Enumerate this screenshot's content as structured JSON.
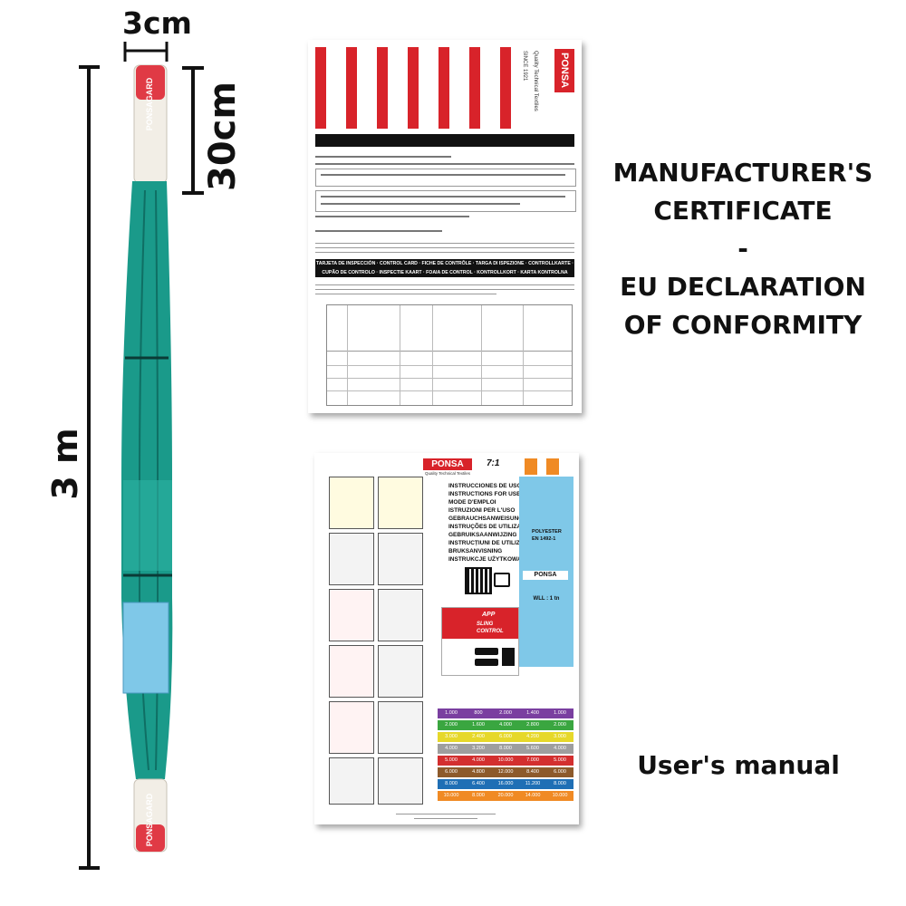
{
  "dimensions": {
    "width_label": "3cm",
    "loop_label": "30cm",
    "length_label": "3 m"
  },
  "sling": {
    "brand_label": "PONSAGARD",
    "colors": {
      "body": "#1a9a8a",
      "body_dark": "#0f6f64",
      "sleeve": "#f2eee6",
      "accent": "#e03a45",
      "label": "#7fc8e8"
    }
  },
  "captions": {
    "certificate_line1": "MANUFACTURER'S",
    "certificate_line2": "CERTIFICATE",
    "dash": "-",
    "declaration_line1": "EU DECLARATION",
    "declaration_line2": "OF CONFORMITY",
    "manual": "User's manual"
  },
  "certificate_doc": {
    "logo": "PONSA",
    "tagline": "Quality Technical Textiles",
    "since": "SINCE 1921",
    "control_card_line1": "TARJETA DE INSPECCIÓN · CONTROL CARD · FICHE DE CONTRÔLE · TARGA DI ISPEZIONE · CONTROLLKARTE ·",
    "control_card_line2": "CUPÃO DE CONTROLO · INSPECTIE KAART · FOAIA DE CONTROL · KONTROLLKORT · KARTA KONTROLNA"
  },
  "manual_doc": {
    "logo": "PONSA",
    "tagline": "Quality Technical Textiles",
    "ratio": "7:1",
    "languages": [
      "INSTRUCCIONES DE USO",
      "INSTRUCTIONS FOR USE",
      "MODE D'EMPLOI",
      "ISTRUZIONI PER L'USO",
      "GEBRAUCHSANWEISUNG",
      "INSTRUÇÕES DE UTILIZAÇÃO",
      "GEBRUIKSAANWIJZING",
      "INSTRUCȚIUNI DE UTILIZARE",
      "BRUKSANVISNING",
      "INSTRUKCJE UŻYTKOWANIA"
    ],
    "app_title": "APP",
    "app_subtitle": "SLING CONTROL",
    "label_logo": "PONSA",
    "label_wll": "WLL : 1 tn",
    "label_material": "POLYESTER",
    "label_standard": "EN 1492-1",
    "wll_rows": [
      {
        "color": "#7a3fa0",
        "values": [
          "1.000",
          "800",
          "2.000",
          "1.400",
          "1.000"
        ]
      },
      {
        "color": "#3aa640",
        "values": [
          "2.000",
          "1.600",
          "4.000",
          "2.800",
          "2.000"
        ]
      },
      {
        "color": "#e6d82a",
        "values": [
          "3.000",
          "2.400",
          "6.000",
          "4.200",
          "3.000"
        ]
      },
      {
        "color": "#9e9e9e",
        "values": [
          "4.000",
          "3.200",
          "8.000",
          "5.600",
          "4.000"
        ]
      },
      {
        "color": "#d32f2f",
        "values": [
          "5.000",
          "4.000",
          "10.000",
          "7.000",
          "5.000"
        ]
      },
      {
        "color": "#8d5a2b",
        "values": [
          "6.000",
          "4.800",
          "12.000",
          "8.400",
          "6.000"
        ]
      },
      {
        "color": "#1f6fb5",
        "values": [
          "8.000",
          "6.400",
          "16.000",
          "11.200",
          "8.000"
        ]
      },
      {
        "color": "#f08a24",
        "values": [
          "10.000",
          "8.000",
          "20.000",
          "14.000",
          "10.000"
        ]
      }
    ]
  }
}
